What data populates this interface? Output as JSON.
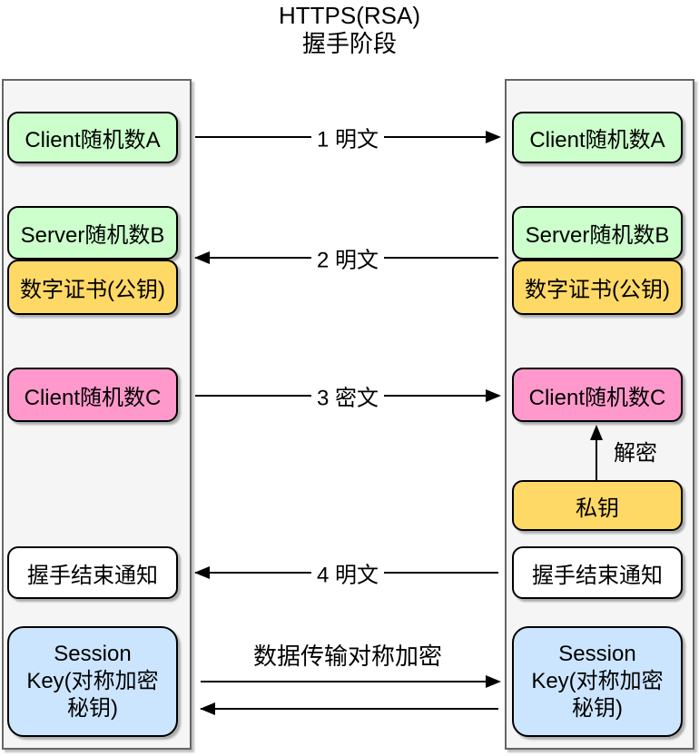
{
  "title": {
    "line1": "HTTPS(RSA)",
    "line2": "握手阶段"
  },
  "client_lane": {
    "client_random_a": "Client随机数A",
    "server_random_b": "Server随机数B",
    "digital_cert": "数字证书(公钥)",
    "client_random_c": "Client随机数C",
    "handshake_done": "握手结束通知",
    "session_key_lines": [
      "Session",
      "Key(对称加密",
      "秘钥)"
    ]
  },
  "server_lane": {
    "client_random_a": "Client随机数A",
    "server_random_b": "Server随机数B",
    "digital_cert": "数字证书(公钥)",
    "client_random_c": "Client随机数C",
    "private_key": "私钥",
    "handshake_done": "握手结束通知",
    "session_key_lines": [
      "Session",
      "Key(对称加密",
      "秘钥)"
    ]
  },
  "arrows": {
    "msg1": {
      "label": "1 明文",
      "direction": "right"
    },
    "msg2": {
      "label": "2 明文",
      "direction": "left"
    },
    "msg3": {
      "label": "3 密文",
      "direction": "right"
    },
    "msg4": {
      "label": "4 明文",
      "direction": "left"
    },
    "decrypt": {
      "label": "解密",
      "direction": "up"
    },
    "data_transfer": {
      "label": "数据传输对称加密",
      "directions": [
        "right",
        "left"
      ]
    }
  },
  "colors": {
    "box_green": "#ccffcc",
    "box_yellow": "#ffd966",
    "box_pink": "#ff99cc",
    "box_blue": "#cce5ff",
    "box_white": "#ffffff",
    "lane_fill": "#f5f5f5",
    "lane_border": "#666666",
    "line_color": "#000000"
  }
}
